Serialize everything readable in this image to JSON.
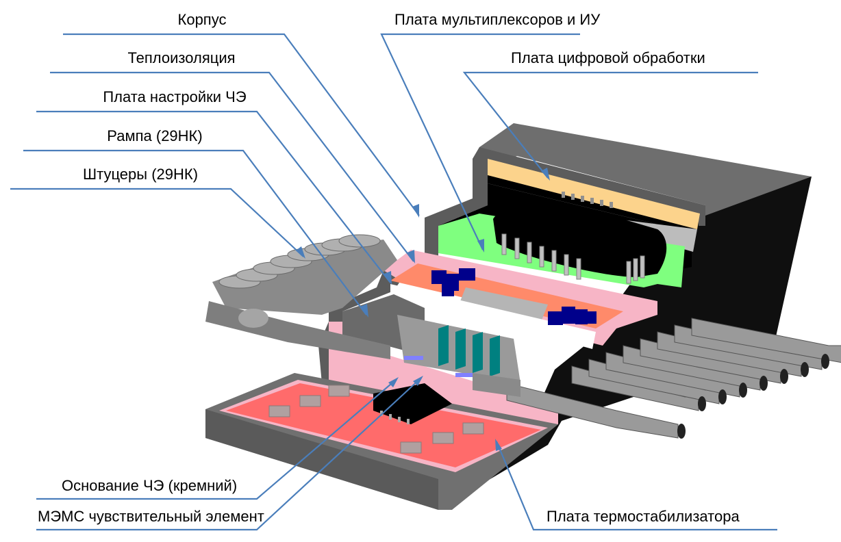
{
  "diagram": {
    "title": "MEMS sensor assembly cutaway",
    "colors": {
      "leader": "#4a7ebb",
      "housing_top": "#6e6e6e",
      "housing_side": "#0f0f0f",
      "housing_wall": "#5c5c5c",
      "insulation": "#f7b5c6",
      "digital_board": "#fcd38c",
      "mux_board": "#7fff7f",
      "tuning_board": "#ff8a6a",
      "thermo_board": "#ff6b6b",
      "chip": "#000000",
      "components_blue": "#00008b",
      "mems_element": "#008080",
      "fitting": "#9a9a9a"
    },
    "labels": [
      {
        "id": "housing",
        "text": "Корпус"
      },
      {
        "id": "insulation",
        "text": "Теплоизоляция"
      },
      {
        "id": "tuning-board",
        "text": "Плата настройки ЧЭ"
      },
      {
        "id": "ramp",
        "text": "Рампа (29НК)"
      },
      {
        "id": "fittings",
        "text": "Штуцеры (29НК)"
      },
      {
        "id": "mux-board",
        "text": "Плата мультиплексоров и ИУ"
      },
      {
        "id": "digital-board",
        "text": "Плата цифровой обработки"
      },
      {
        "id": "se-base",
        "text": "Основание ЧЭ (кремний)"
      },
      {
        "id": "mems-element",
        "text": "МЭМС чувствительный элемент"
      },
      {
        "id": "thermo-board",
        "text": "Плата термостабилизатора"
      }
    ]
  }
}
